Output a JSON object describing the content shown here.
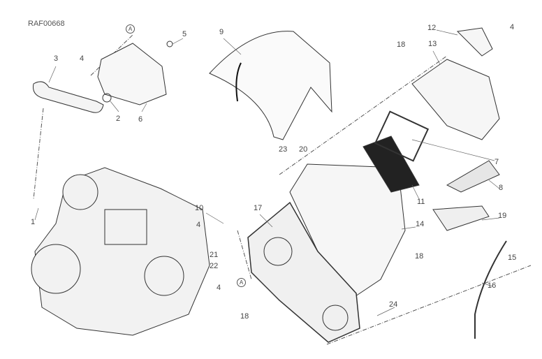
{
  "diagram": {
    "drawing_code": "RAF00668",
    "reference_marks": [
      "A",
      "A"
    ],
    "callouts": [
      "1",
      "2",
      "3",
      "4",
      "5",
      "6",
      "9",
      "18",
      "12",
      "4",
      "13",
      "23",
      "20",
      "7",
      "8",
      "11",
      "10",
      "4",
      "17",
      "14",
      "19",
      "15",
      "21",
      "22",
      "4",
      "18",
      "18",
      "16",
      "24"
    ]
  }
}
